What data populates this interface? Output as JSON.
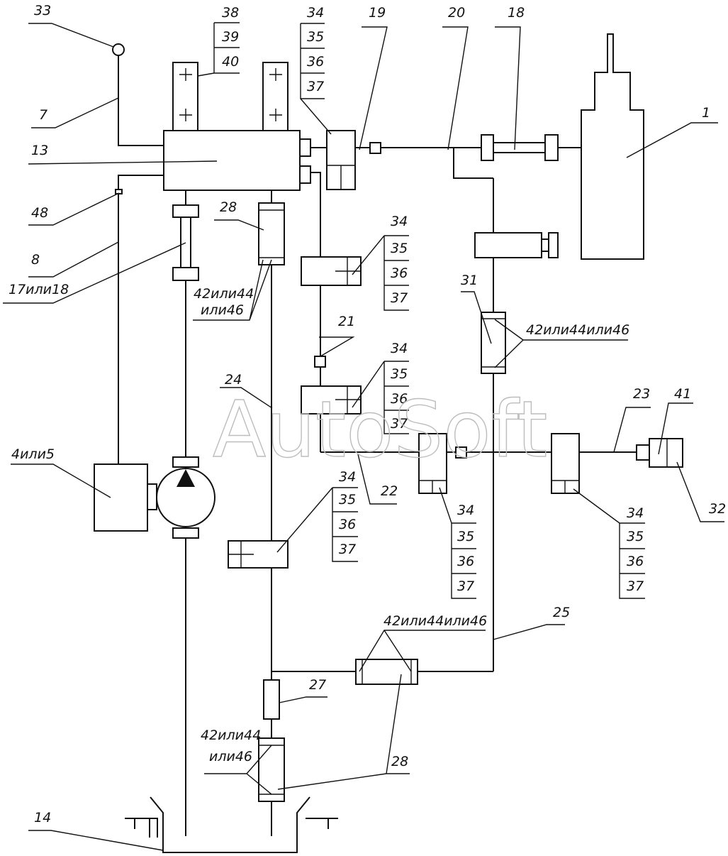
{
  "watermark": "AutoSoft",
  "colors": {
    "line": "#111111",
    "background": "#ffffff",
    "watermark": "#bdbdbd"
  },
  "labels": {
    "c1": "1",
    "c7": "7",
    "c8": "8",
    "c13": "13",
    "c14": "14",
    "c18": "18",
    "c19": "19",
    "c20": "20",
    "c21": "21",
    "c22": "22",
    "c23": "23",
    "c24": "24",
    "c25": "25",
    "c27": "27",
    "c28a": "28",
    "c28b": "28",
    "c31": "31",
    "c32": "32",
    "c33": "33",
    "c41": "41",
    "c48": "48",
    "c17or18": "17или18",
    "c4or5": "4или5",
    "valve_a_1": "42или44",
    "valve_a_2": "или46",
    "valve_b": "42или44или46",
    "valve_c": "42или44или46",
    "valve_d_1": "42или44",
    "valve_d_2": "или46",
    "stack_38": [
      "38",
      "39",
      "40"
    ],
    "stack_34": [
      "34",
      "35",
      "36",
      "37"
    ]
  }
}
